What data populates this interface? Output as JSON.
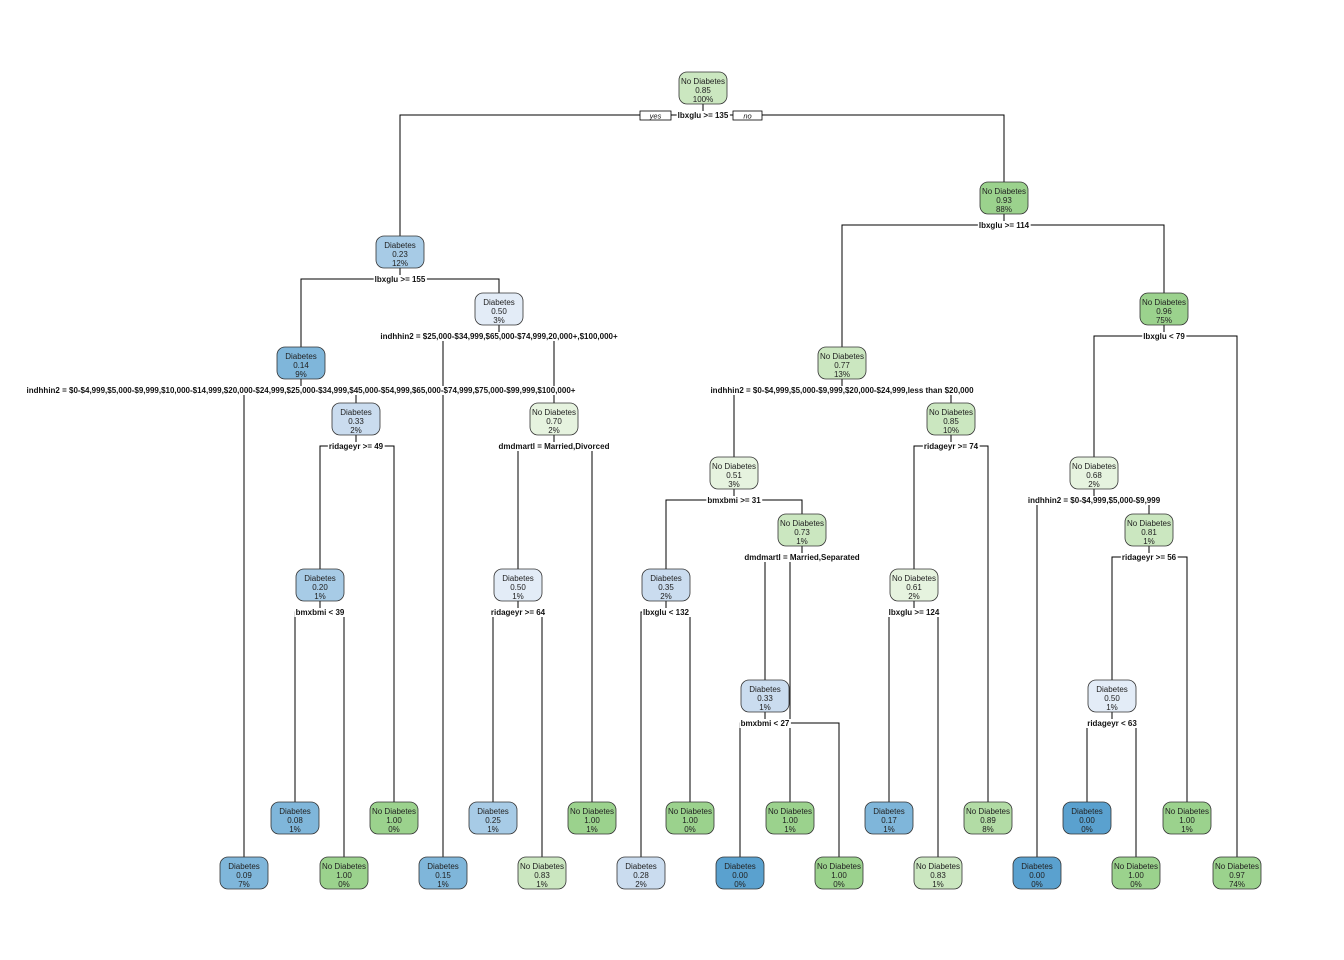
{
  "branch_labels": {
    "yes": "yes",
    "no": "no"
  },
  "colors": {
    "diabetes": [
      "#5aa1cf",
      "#7fb6da",
      "#a7cbe6",
      "#cadcef",
      "#e3ecf7"
    ],
    "no_diabetes": [
      "#e6f3df",
      "#cbe7c0",
      "#b2dca5",
      "#9bd28d"
    ]
  },
  "nodes": [
    {
      "id": 1,
      "label": "No Diabetes",
      "prob": "0.85",
      "pct": "100%",
      "split": "lbxglu >= 135"
    },
    {
      "id": 2,
      "label": "Diabetes",
      "prob": "0.23",
      "pct": "12%",
      "split": "lbxglu >= 155"
    },
    {
      "id": 3,
      "label": "No Diabetes",
      "prob": "0.93",
      "pct": "88%",
      "split": "lbxglu >= 114"
    },
    {
      "id": 4,
      "label": "Diabetes",
      "prob": "0.14",
      "pct": "9%",
      "split": "indhhin2 = $0-$4,999,$5,000-$9,999,$10,000-$14,999,$20,000-$24,999,$25,000-$34,999,$45,000-$54,999,$65,000-$74,999,$75,000-$99,999,$100,000+"
    },
    {
      "id": 5,
      "label": "Diabetes",
      "prob": "0.50",
      "pct": "3%",
      "split": "indhhin2 = $25,000-$34,999,$65,000-$74,999,20,000+,$100,000+"
    },
    {
      "id": 6,
      "label": "No Diabetes",
      "prob": "0.77",
      "pct": "13%",
      "split": "indhhin2 = $0-$4,999,$5,000-$9,999,$20,000-$24,999,less than $20,000"
    },
    {
      "id": 7,
      "label": "No Diabetes",
      "prob": "0.96",
      "pct": "75%",
      "split": "lbxglu < 79"
    },
    {
      "id": 8,
      "label": "Diabetes",
      "prob": "0.09",
      "pct": "7%"
    },
    {
      "id": 9,
      "label": "Diabetes",
      "prob": "0.33",
      "pct": "2%",
      "split": "ridageyr >= 49"
    },
    {
      "id": 10,
      "label": "Diabetes",
      "prob": "0.15",
      "pct": "1%"
    },
    {
      "id": 11,
      "label": "No Diabetes",
      "prob": "0.70",
      "pct": "2%",
      "split": "dmdmartl = Married,Divorced"
    },
    {
      "id": 12,
      "label": "No Diabetes",
      "prob": "0.51",
      "pct": "3%",
      "split": "bmxbmi >= 31"
    },
    {
      "id": 13,
      "label": "No Diabetes",
      "prob": "0.85",
      "pct": "10%",
      "split": "ridageyr >= 74"
    },
    {
      "id": 14,
      "label": "No Diabetes",
      "prob": "0.68",
      "pct": "2%",
      "split": "indhhin2 = $0-$4,999,$5,000-$9,999"
    },
    {
      "id": 15,
      "label": "No Diabetes",
      "prob": "0.97",
      "pct": "74%"
    },
    {
      "id": 18,
      "label": "Diabetes",
      "prob": "0.20",
      "pct": "1%",
      "split": "bmxbmi < 39"
    },
    {
      "id": 19,
      "label": "No Diabetes",
      "prob": "1.00",
      "pct": "0%"
    },
    {
      "id": 22,
      "label": "Diabetes",
      "prob": "0.50",
      "pct": "1%",
      "split": "ridageyr >= 64"
    },
    {
      "id": 23,
      "label": "No Diabetes",
      "prob": "1.00",
      "pct": "1%"
    },
    {
      "id": 24,
      "label": "Diabetes",
      "prob": "0.35",
      "pct": "2%",
      "split": "lbxglu < 132"
    },
    {
      "id": 25,
      "label": "No Diabetes",
      "prob": "0.73",
      "pct": "1%",
      "split": "dmdmartl = Married,Separated"
    },
    {
      "id": 26,
      "label": "No Diabetes",
      "prob": "0.61",
      "pct": "2%",
      "split": "lbxglu >= 124"
    },
    {
      "id": 27,
      "label": "No Diabetes",
      "prob": "0.89",
      "pct": "8%"
    },
    {
      "id": 28,
      "label": "Diabetes",
      "prob": "0.00",
      "pct": "0%"
    },
    {
      "id": 29,
      "label": "No Diabetes",
      "prob": "0.81",
      "pct": "1%",
      "split": "ridageyr >= 56"
    },
    {
      "id": 36,
      "label": "Diabetes",
      "prob": "0.08",
      "pct": "1%"
    },
    {
      "id": 37,
      "label": "No Diabetes",
      "prob": "1.00",
      "pct": "0%"
    },
    {
      "id": 44,
      "label": "Diabetes",
      "prob": "0.25",
      "pct": "1%"
    },
    {
      "id": 45,
      "label": "No Diabetes",
      "prob": "0.83",
      "pct": "1%"
    },
    {
      "id": 48,
      "label": "Diabetes",
      "prob": "0.28",
      "pct": "2%"
    },
    {
      "id": 49,
      "label": "No Diabetes",
      "prob": "1.00",
      "pct": "0%"
    },
    {
      "id": 50,
      "label": "Diabetes",
      "prob": "0.33",
      "pct": "1%",
      "split": "bmxbmi < 27"
    },
    {
      "id": 51,
      "label": "No Diabetes",
      "prob": "1.00",
      "pct": "1%"
    },
    {
      "id": 52,
      "label": "Diabetes",
      "prob": "0.17",
      "pct": "1%"
    },
    {
      "id": 53,
      "label": "No Diabetes",
      "prob": "0.83",
      "pct": "1%"
    },
    {
      "id": 58,
      "label": "Diabetes",
      "prob": "0.50",
      "pct": "1%",
      "split": "ridageyr < 63"
    },
    {
      "id": 59,
      "label": "No Diabetes",
      "prob": "1.00",
      "pct": "1%"
    },
    {
      "id": 100,
      "label": "Diabetes",
      "prob": "0.00",
      "pct": "0%"
    },
    {
      "id": 101,
      "label": "No Diabetes",
      "prob": "1.00",
      "pct": "0%"
    },
    {
      "id": 116,
      "label": "Diabetes",
      "prob": "0.00",
      "pct": "0%"
    },
    {
      "id": 117,
      "label": "No Diabetes",
      "prob": "1.00",
      "pct": "0%"
    }
  ]
}
